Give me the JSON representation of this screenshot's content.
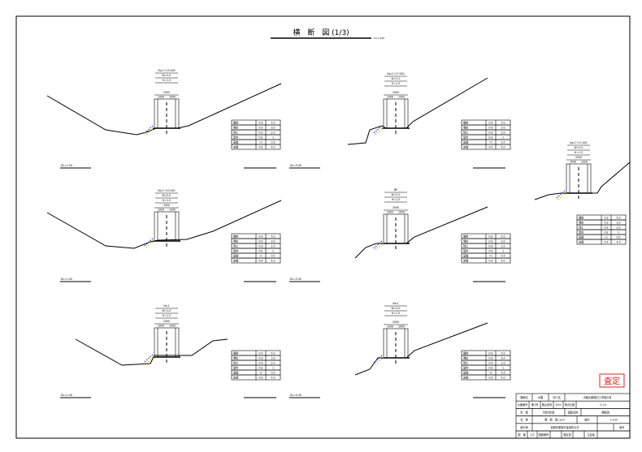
{
  "title": "横　断　図 (1/3)",
  "scale": "S=1:100",
  "stamp": "査定",
  "colors": {
    "stamp": "#e02020",
    "line": "#000000",
    "accent_blue": "#2040c0",
    "accent_yellow": "#d0b000"
  },
  "structure": {
    "width": "2000",
    "half_left": "1000",
    "half_right": "1000"
  },
  "sections": [
    {
      "station": "No.1+15.000",
      "sub1": "W=2.0",
      "sub2": "H=1.5",
      "dl": "DL=1.00"
    },
    {
      "station": "No.1+17.000",
      "sub1": "W=2.0",
      "sub2": "H=1.5",
      "dl": "DL=5.00"
    },
    {
      "station": "No.1+10.000",
      "sub1": "W=2.0",
      "sub2": "H=1.5",
      "dl": "DL=1.00"
    },
    {
      "station": "BP",
      "sub1": "W=2.0",
      "sub2": "H=1.5",
      "dl": "DL=5.00"
    },
    {
      "station": "No.1",
      "sub1": "W=2.0",
      "sub2": "H=1.5",
      "dl": "DL=1.00"
    },
    {
      "station": "No.1",
      "sub1": "W=2.0",
      "sub2": "H=1.5",
      "dl": "DL=5.00"
    },
    {
      "station": "No.1+11.000",
      "sub1": "W=2.0",
      "sub2": "H=1.5",
      "dl": ""
    }
  ],
  "qty_table": {
    "rows": [
      [
        "掘削",
        "m3",
        "5.0"
      ],
      [
        "埋戻",
        "m3",
        "3.0"
      ],
      [
        "残土",
        "m3",
        "2.0"
      ],
      [
        "型枠",
        "m2",
        "1"
      ],
      [
        "基礎",
        "m",
        "0.5"
      ],
      [
        "床掘",
        "m3",
        "4.0"
      ]
    ]
  },
  "title_block": {
    "rows": [
      [
        "路線名",
        "水路",
        "河川名",
        "水路災害復旧工事設計書"
      ],
      [
        "災害番号",
        "第1号",
        "被災延長",
        "20m",
        "測点位置",
        "1:1.0"
      ],
      [
        "年　度",
        "令和5年度",
        "図面名称",
        "横断図"
      ],
      [
        "名　称",
        "横　断　図 (1/3)",
        "縮尺",
        "1:100"
      ],
      [
        "施行地",
        "宮城県栗原市金成町大字",
        "",
        "地内"
      ],
      [
        "図　番",
        "1/3",
        "図面番号",
        "",
        "査定官",
        "",
        "立会者",
        ""
      ]
    ]
  }
}
